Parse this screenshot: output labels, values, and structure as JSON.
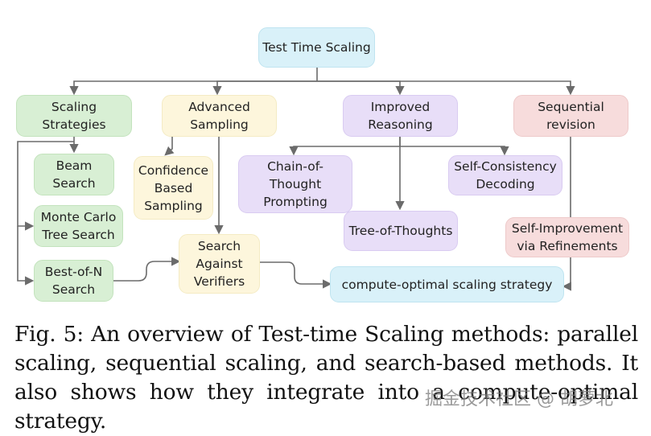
{
  "nodes": {
    "root": "Test Time Scaling",
    "scaling_strategies": "Scaling\nStrategies",
    "advanced_sampling": "Advanced\nSampling",
    "improved_reasoning": "Improved\nReasoning",
    "sequential_revision": "Sequential\nrevision",
    "beam_search": "Beam\nSearch",
    "monte_carlo": "Monte Carlo\nTree Search",
    "best_of_n": "Best-of-N\nSearch",
    "confidence_sampling": "Confidence\nBased\nSampling",
    "search_verifiers": "Search\nAgainst\nVerifiers",
    "chain_of_thought": "Chain-of-Thought\nPrompting",
    "tree_of_thoughts": "Tree-of-Thoughts",
    "self_consistency": "Self-Consistency\nDecoding",
    "self_improvement": "Self-Improvement\nvia Refinements",
    "compute_optimal": "compute-optimal scaling strategy"
  },
  "caption": "Fig. 5: An overview of Test-time Scaling methods: parallel scaling, sequential scaling, and search-based methods. It also shows how they integrate into a compute-optimal strategy.",
  "watermark": "掘金技术社区 @ 胡萝北",
  "colors": {
    "blue": "#d9f1f9",
    "green": "#d8efd4",
    "yellow": "#fdf6dc",
    "purple": "#e8def8",
    "pink": "#f7dcdc",
    "edge": "#6b6b6b"
  }
}
